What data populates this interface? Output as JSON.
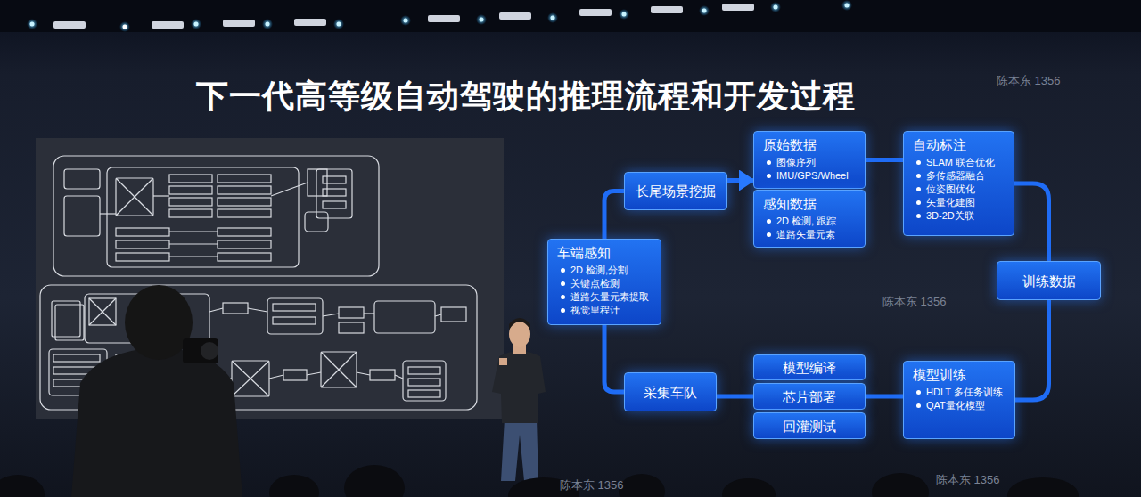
{
  "diagram": {
    "title": "下一代高等级自动驾驶的推理流程和开发过程",
    "nodes": [
      {
        "text": [
          "长尾场景挖掘"
        ]
      },
      {
        "text": [
          "原始数据",
          "图像序列",
          "IMU/GPS/Wheel"
        ]
      },
      {
        "text": [
          "感知数据",
          "2D 检测, 跟踪",
          "道路矢量元素"
        ]
      },
      {
        "text": [
          "自动标注",
          "SLAM 联合优化",
          "多传感器融合",
          "位姿图优化",
          "矢量化建图",
          "3D-2D关联"
        ]
      },
      {
        "text": [
          "训练数据"
        ]
      },
      {
        "text": [
          "模型训练",
          "HDLT 多任务训练",
          "QAT量化模型"
        ]
      },
      {
        "text": [
          "模型编译"
        ]
      },
      {
        "text": [
          "芯片部署"
        ]
      },
      {
        "text": [
          "回灌测试"
        ]
      },
      {
        "text": [
          "采集车队"
        ]
      },
      {
        "text": [
          "车端感知",
          "2D 检测,分割",
          "关键点检测",
          "道路矢量元素提取",
          "视觉里程计"
        ]
      }
    ],
    "edges": [
      {
        "from": 0,
        "to": 1,
        "arrow": "to"
      },
      {
        "from": 1,
        "to": 3,
        "arrow": "none"
      },
      {
        "from": 3,
        "to": 4,
        "arrow": "none"
      },
      {
        "from": 4,
        "to": 5,
        "arrow": "none"
      },
      {
        "from": 5,
        "to": 7,
        "arrow": "none"
      },
      {
        "from": 7,
        "to": 9,
        "arrow": "none"
      },
      {
        "from": 9,
        "to": 10,
        "arrow": "none"
      },
      {
        "from": 10,
        "to": 0,
        "arrow": "none"
      }
    ],
    "labels": [
      "陈本东 1356",
      "陈本东 1356",
      "陈本东 1356",
      "陈本东 1356"
    ]
  }
}
